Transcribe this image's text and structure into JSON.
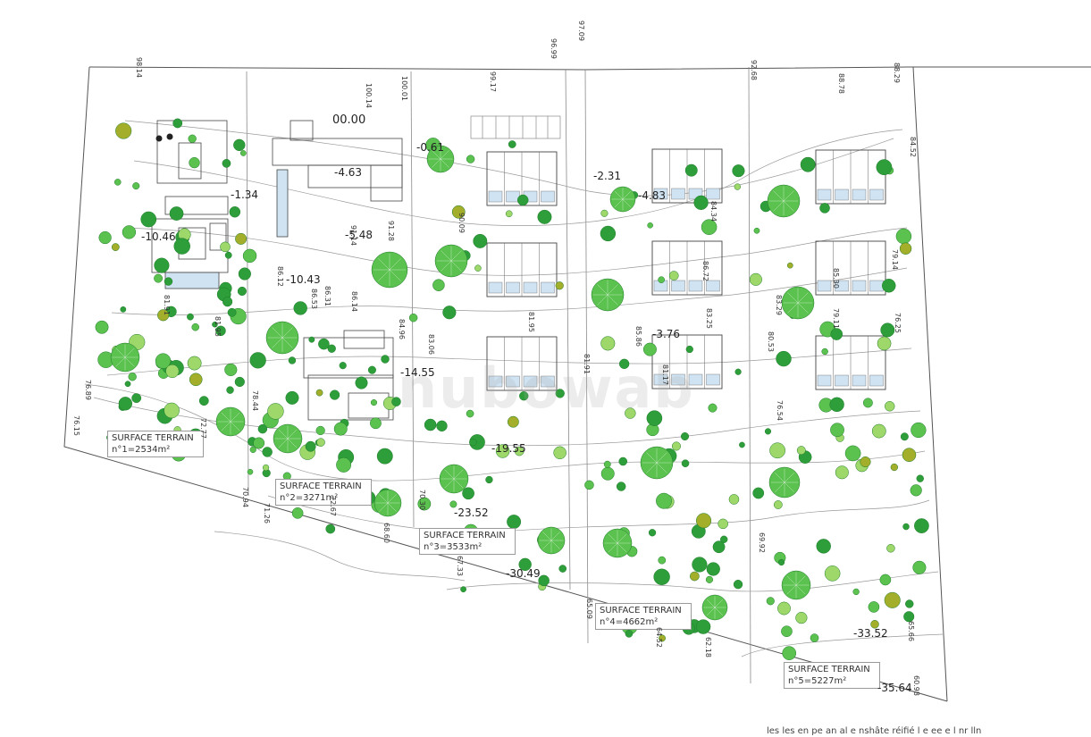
{
  "watermark": "nubowab",
  "footnote": "les les en pe an al e nshâte réifié l e ee e l nr lln",
  "plots": [
    {
      "title": "SURFACE TERRAIN",
      "area": "n°1=2534m²"
    },
    {
      "title": "SURFACE TERRAIN",
      "area": "n°2=3271m²"
    },
    {
      "title": "SURFACE TERRAIN",
      "area": "n°3=3533m²"
    },
    {
      "title": "SURFACE TERRAIN",
      "area": "n°4=4662m²"
    },
    {
      "title": "SURFACE TERRAIN",
      "area": "n°5=5227m²"
    }
  ],
  "elevations": [
    "-10.46",
    "-10.43",
    "-5.48",
    "-4.63",
    "-0.61",
    "-2.31",
    "-4.83",
    "-3.76",
    "-14.55",
    "-19.55",
    "-23.52",
    "-30.49",
    "-33.52",
    "-35.64",
    "00.00",
    "-1.34"
  ],
  "spot_heights": [
    "98.14",
    "100.14",
    "100.01",
    "99.17",
    "96.99",
    "97.09",
    "92.68",
    "88.78",
    "88.29",
    "84.52",
    "91.28",
    "90.09",
    "91.14",
    "86.12",
    "86.53",
    "86.31",
    "86.14",
    "84.96",
    "83.06",
    "81.95",
    "81.91",
    "81.95",
    "78.44",
    "76.89",
    "76.15",
    "72.77",
    "70.94",
    "71.26",
    "72.67",
    "68.60",
    "70.30",
    "67.33",
    "65.09",
    "64.52",
    "62.18",
    "69.92",
    "65.66",
    "60.98",
    "81.91",
    "85.86",
    "83.25",
    "80.53",
    "79.11",
    "76.25",
    "76.54",
    "79.14",
    "83.29",
    "85.30",
    "86.72",
    "81.17",
    "84.34"
  ],
  "colors": {
    "tree_dark": "#2e9e3a",
    "tree_mid": "#5cc24f",
    "tree_light": "#9fd86a",
    "olive": "#a3ae2a",
    "line": "#8a8a8a",
    "building": "#444444",
    "pool": "#cfe3f2"
  }
}
